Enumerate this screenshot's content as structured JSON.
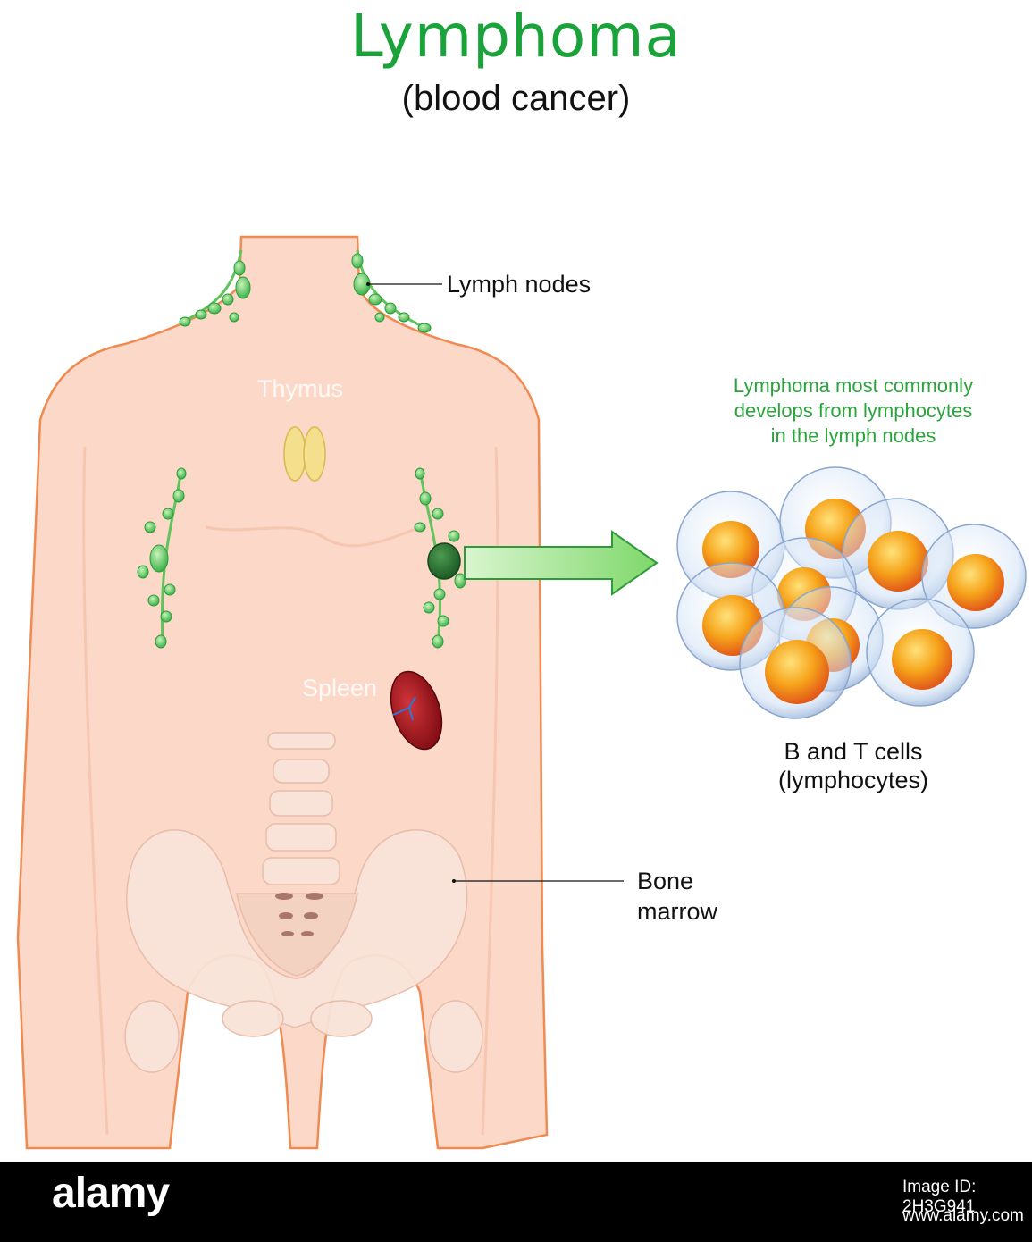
{
  "title": "Lymphoma",
  "subtitle": "(blood cancer)",
  "labels": {
    "lymph_nodes": "Lymph nodes",
    "thymus": "Thymus",
    "spleen": "Spleen",
    "bone": "Bone",
    "marrow": "marrow",
    "cells_line1": "B and T cells",
    "cells_line2": "(lymphocytes)"
  },
  "note": {
    "line1": "Lymphoma most commonly",
    "line2": "develops from lymphocytes",
    "line3": "in the lymph nodes"
  },
  "footer": {
    "logo": "alamy",
    "image_id": "Image ID: 2H3G941",
    "url": "www.alamy.com"
  },
  "colors": {
    "title": "#1aa33a",
    "skin": "#fbd8c8",
    "body_outline": "#f08a50",
    "lymph_node": "#7ad672",
    "arrow": "#8fe07a",
    "cell_nucleus": "#f6a31a",
    "spleen": "#b11e22",
    "thymus": "#f4df8c"
  }
}
